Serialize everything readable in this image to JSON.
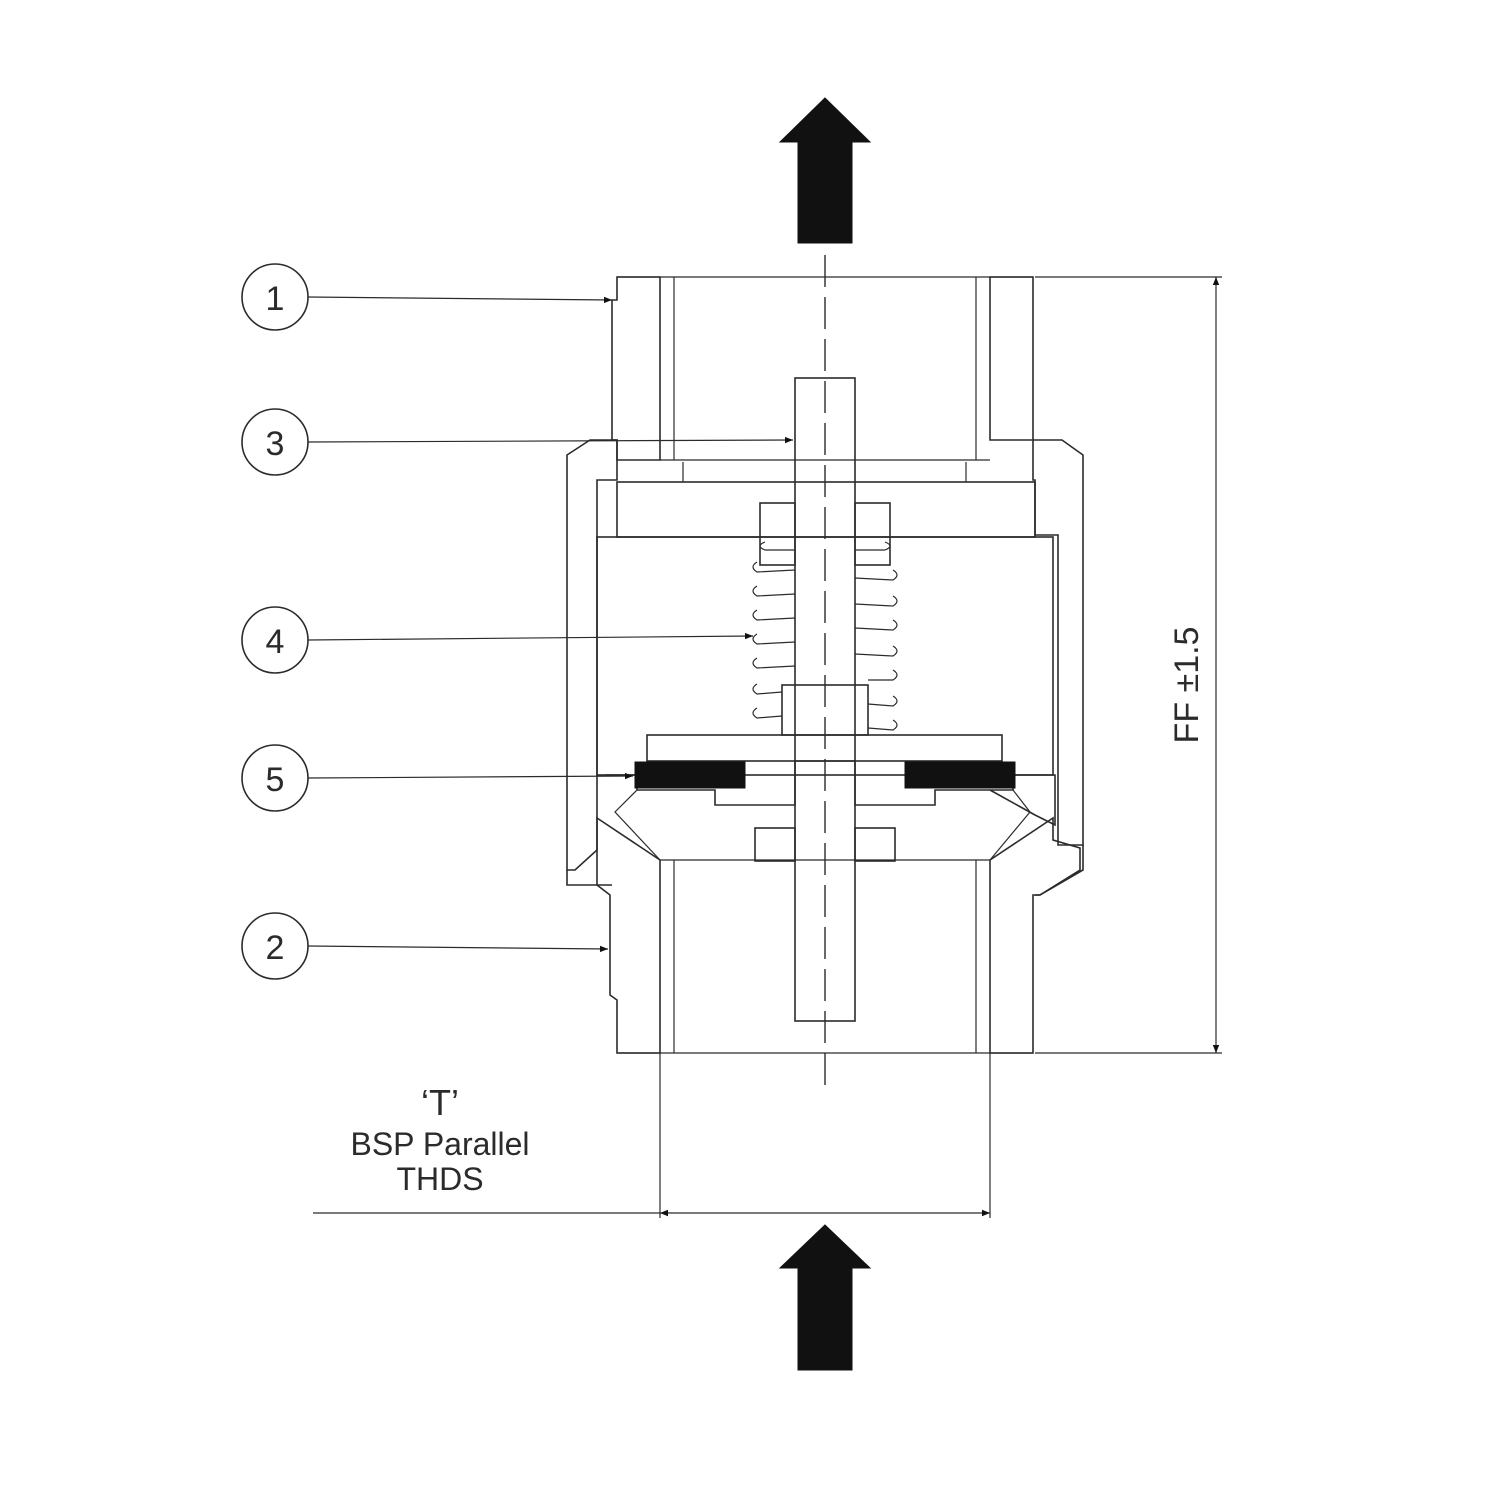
{
  "callouts": [
    {
      "number": "1"
    },
    {
      "number": "3"
    },
    {
      "number": "4"
    },
    {
      "number": "5"
    },
    {
      "number": "2"
    }
  ],
  "dimensions": {
    "height_label": "FF ±1.5",
    "thread_size_label": "‘T’",
    "thread_type_line1": "BSP Parallel",
    "thread_type_line2": "THDS"
  },
  "flow_direction": "upward",
  "icons": [
    "flow-arrow-up-icon",
    "flow-arrow-up-icon"
  ],
  "colors": {
    "line": "#2b2b2b",
    "seal": "#111111",
    "background": "#ffffff"
  }
}
